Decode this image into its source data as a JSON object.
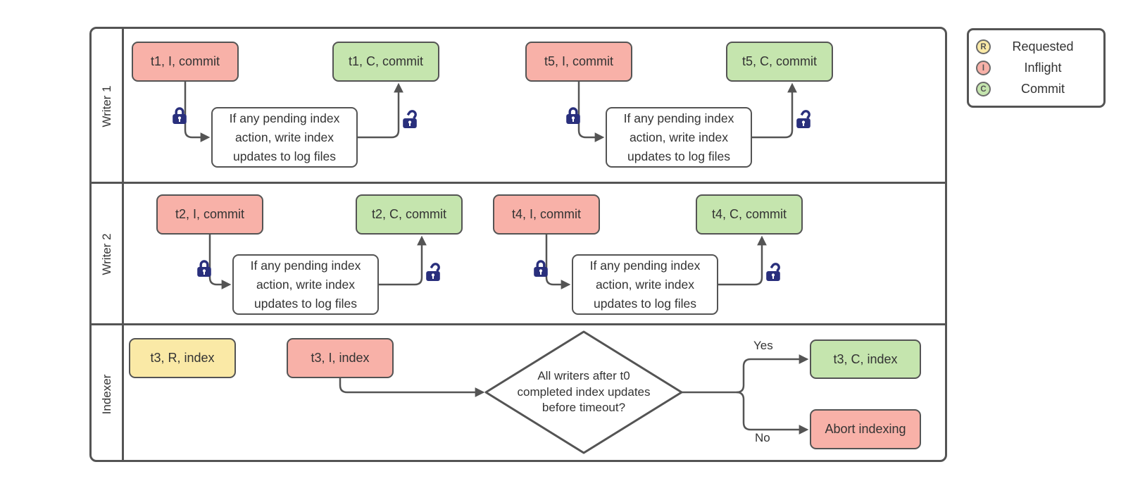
{
  "colors": {
    "inflight": "#f8b1a8",
    "commit": "#c5e5ae",
    "requested": "#fae9a6",
    "stroke": "#545454",
    "lock": "#292f7c",
    "text": "#333333",
    "process-bg": "#ffffff"
  },
  "lanes": {
    "writer1": "Writer 1",
    "writer2": "Writer 2",
    "indexer": "Indexer"
  },
  "legend": {
    "requested": {
      "letter": "R",
      "label": "Requested"
    },
    "inflight": {
      "letter": "I",
      "label": "Inflight"
    },
    "commit": {
      "letter": "C",
      "label": "Commit"
    }
  },
  "nodes": {
    "t1_inflight": "t1, I, commit",
    "t1_commit": "t1, C, commit",
    "t5_inflight": "t5, I, commit",
    "t5_commit": "t5, C, commit",
    "t2_inflight": "t2, I, commit",
    "t2_commit": "t2, C, commit",
    "t4_inflight": "t4, I, commit",
    "t4_commit": "t4, C, commit",
    "t3_requested": "t3, R, index",
    "t3_inflight": "t3, I, index",
    "t3_commit": "t3, C, index",
    "abort": "Abort indexing"
  },
  "process": {
    "lines": [
      "If any pending index",
      "action, write index",
      "updates to log files"
    ]
  },
  "decision": {
    "lines": [
      "All writers after t0",
      "completed index updates",
      "before timeout?"
    ]
  },
  "branch": {
    "yes": "Yes",
    "no": "No"
  },
  "icons": {
    "lock_closed": "closed padlock",
    "lock_open": "open padlock",
    "arrowhead": "filled triangle"
  }
}
